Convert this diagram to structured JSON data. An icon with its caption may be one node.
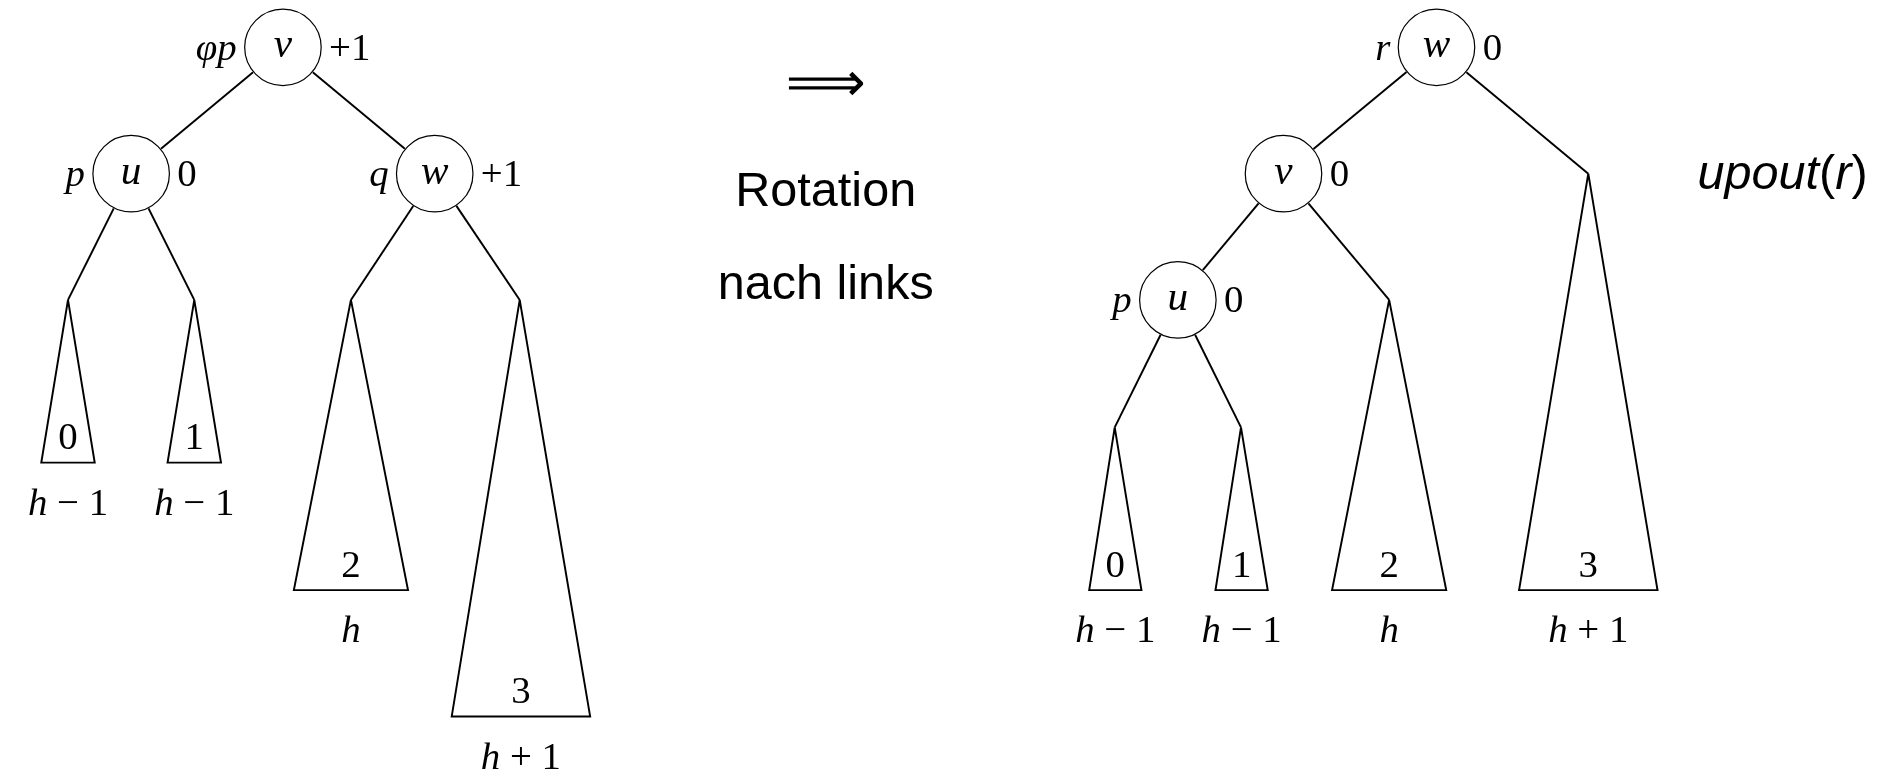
{
  "diagram": {
    "nodes": [
      {
        "text": [
          "v"
        ],
        "beside": [
          "φp",
          "+1"
        ]
      },
      {
        "text": [
          "u"
        ],
        "beside": [
          "p",
          "0"
        ]
      },
      {
        "text": [
          "w"
        ],
        "beside": [
          "q",
          "+1"
        ]
      },
      {
        "text": [
          "0"
        ],
        "beside": [
          "*h* − 1"
        ]
      },
      {
        "text": [
          "1"
        ],
        "beside": [
          "*h* − 1"
        ]
      },
      {
        "text": [
          "2"
        ],
        "beside": [
          "*h*"
        ]
      },
      {
        "text": [
          "3"
        ],
        "beside": [
          "*h* + 1"
        ]
      },
      {
        "text": [
          "w"
        ],
        "beside": [
          "r",
          "0"
        ]
      },
      {
        "text": [
          "v"
        ],
        "beside": [
          "0"
        ]
      },
      {
        "text": [
          "u"
        ],
        "beside": [
          "p",
          "0"
        ]
      },
      {
        "text": [
          "0"
        ],
        "beside": [
          "*h* − 1"
        ]
      },
      {
        "text": [
          "1"
        ],
        "beside": [
          "*h* − 1"
        ]
      },
      {
        "text": [
          "2"
        ],
        "beside": [
          "*h*"
        ]
      },
      {
        "text": [
          "3"
        ],
        "beside": [
          "*h* + 1"
        ]
      }
    ],
    "edges": [
      {
        "from": 0,
        "to": 1,
        "arrow": "none"
      },
      {
        "from": 0,
        "to": 2,
        "arrow": "none"
      },
      {
        "from": 1,
        "to": 3,
        "arrow": "none"
      },
      {
        "from": 1,
        "to": 4,
        "arrow": "none"
      },
      {
        "from": 2,
        "to": 5,
        "arrow": "none"
      },
      {
        "from": 2,
        "to": 6,
        "arrow": "none"
      },
      {
        "from": 7,
        "to": 8,
        "arrow": "none"
      },
      {
        "from": 7,
        "to": 13,
        "arrow": "none"
      },
      {
        "from": 8,
        "to": 9,
        "arrow": "none"
      },
      {
        "from": 8,
        "to": 12,
        "arrow": "none"
      },
      {
        "from": 9,
        "to": 10,
        "arrow": "none"
      },
      {
        "from": 9,
        "to": 11,
        "arrow": "none"
      }
    ],
    "labels": [
      "⟹",
      "Rotation nach links",
      "*upout*(*r*)"
    ]
  }
}
